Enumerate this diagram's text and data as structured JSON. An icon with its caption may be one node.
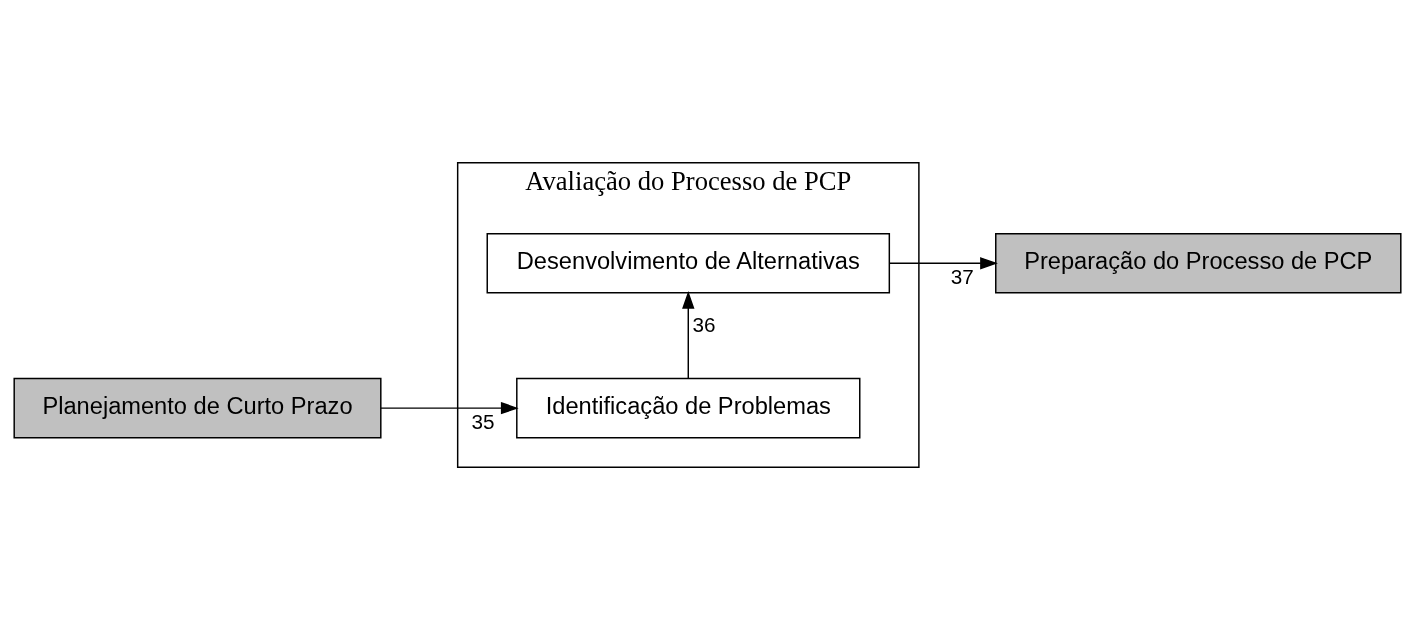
{
  "diagram": {
    "nodes": [
      {
        "text": [
          "Planejamento de Curto Prazo"
        ]
      },
      {
        "text": [
          "Avaliação do Processo de PCP"
        ]
      },
      {
        "text": [
          "Desenvolvimento de Alternativas"
        ],
        "in": 1
      },
      {
        "text": [
          "Identificação de Problemas"
        ],
        "in": 1
      },
      {
        "text": [
          "Preparação do Processo de PCP"
        ]
      }
    ],
    "edges": [
      {
        "from": 0,
        "to": 3,
        "arrow": "to",
        "label": "35"
      },
      {
        "from": 3,
        "to": 2,
        "arrow": "to",
        "label": "36"
      },
      {
        "from": 2,
        "to": 4,
        "arrow": "to",
        "label": "37"
      }
    ]
  }
}
